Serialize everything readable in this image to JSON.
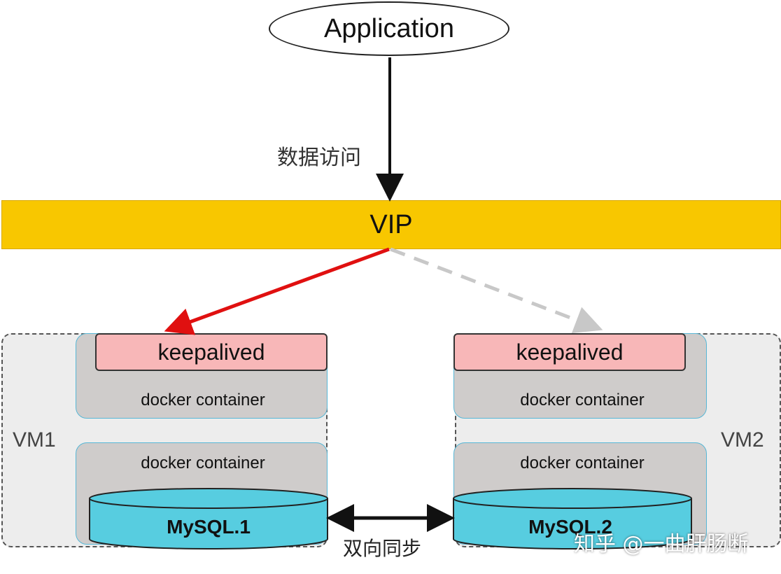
{
  "application": {
    "label": "Application"
  },
  "data_access": {
    "label": "数据访问"
  },
  "vip": {
    "label": "VIP"
  },
  "vm1": {
    "label": "VM1",
    "keepalived": "keepalived",
    "docker_top": "docker container",
    "docker_bottom": "docker container",
    "mysql": "MySQL.1"
  },
  "vm2": {
    "label": "VM2",
    "keepalived": "keepalived",
    "docker_top": "docker container",
    "docker_bottom": "docker container",
    "mysql": "MySQL.2"
  },
  "sync": {
    "label": "双向同步"
  },
  "watermark": {
    "text": "知乎 @一曲肝肠断"
  },
  "colors": {
    "vip_bar": "#f8c700",
    "keepalived": "#f8b7b8",
    "docker": "#cfcccb",
    "mysql": "#57cde0",
    "active_arrow": "#e01010",
    "standby_arrow": "#c8c8c8"
  }
}
